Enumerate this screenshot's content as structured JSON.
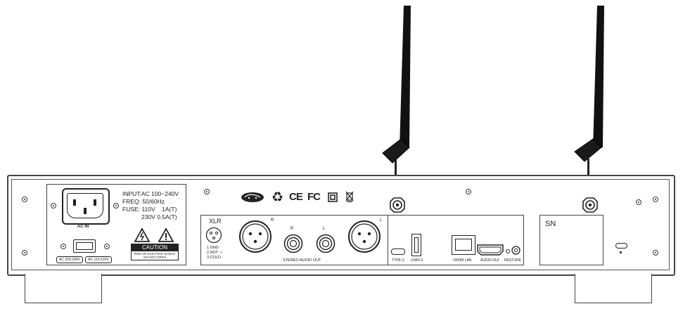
{
  "power_section": {
    "ac_in_label": "AC IN",
    "input_line": "INPUT:AC 100~240V",
    "freq_line": "FREQ: 50/60Hz",
    "fuse_line1": "FUSE: 110V    1A(T)",
    "fuse_line2": "230V 0.5A(T)",
    "caution_title": "CAUTION",
    "caution_line1": "RISK OF ELECTRIC SHOCK",
    "caution_line2": "DO NOT OPEN",
    "voltage_left": "AC 220-240V",
    "voltage_right": "AC 110-120V"
  },
  "cert_icons": {
    "recycle": "♻",
    "ce": "CE",
    "fc": "FC"
  },
  "audio_section": {
    "xlr_title": "XLR",
    "pin1": "1.GND",
    "pin2": "2.HOT  +",
    "pin3": "3.COLD -",
    "xlr_r_label": "R",
    "rca_r_label": "R",
    "rca_l_label": "L",
    "xlr_l_label": "L",
    "stereo_out_label": "STEREO AUDIO OUT"
  },
  "io_section": {
    "typec_label": "TYPE-C",
    "usb_label": "USB3.0",
    "lan_label": "1000M LAN",
    "audio_gui_label": "AUDIO GUI",
    "restore_label": "RESTORE"
  },
  "sn_section": {
    "sn_label": "SN"
  }
}
